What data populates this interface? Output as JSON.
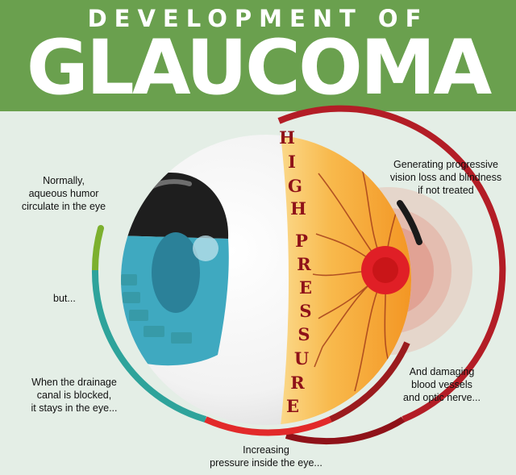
{
  "header": {
    "subtitle": "DEVELOPMENT OF",
    "title": "GLAUCOMA",
    "color": "#6aa04e"
  },
  "eye": {
    "pressure_letters": [
      "H",
      "I",
      "G",
      "H",
      "P",
      "R",
      "E",
      "S",
      "S",
      "U",
      "R",
      "E"
    ],
    "iris_color": "#3fa9c0",
    "fluid_color": "#f7a51e",
    "optic_nerve_color": "#e01f26"
  },
  "annotations": {
    "normal": [
      "Normally,",
      "aqueous humor",
      "circulate in the eye"
    ],
    "but": "but...",
    "blocked": [
      "When the drainage",
      "canal is blocked,",
      "it stays in the eye..."
    ],
    "pressure": [
      "Increasing",
      "pressure inside the eye..."
    ],
    "damage": [
      "And damaging",
      "blood vessels",
      "and optic nerve..."
    ],
    "vision_loss": [
      "Generating progressive",
      "vision loss and blindness",
      "if not treated"
    ]
  },
  "stage_colors": [
    "#7cb02e",
    "#2ea39b",
    "#e22a2a",
    "#9b1b1e",
    "#1a1a1a"
  ]
}
